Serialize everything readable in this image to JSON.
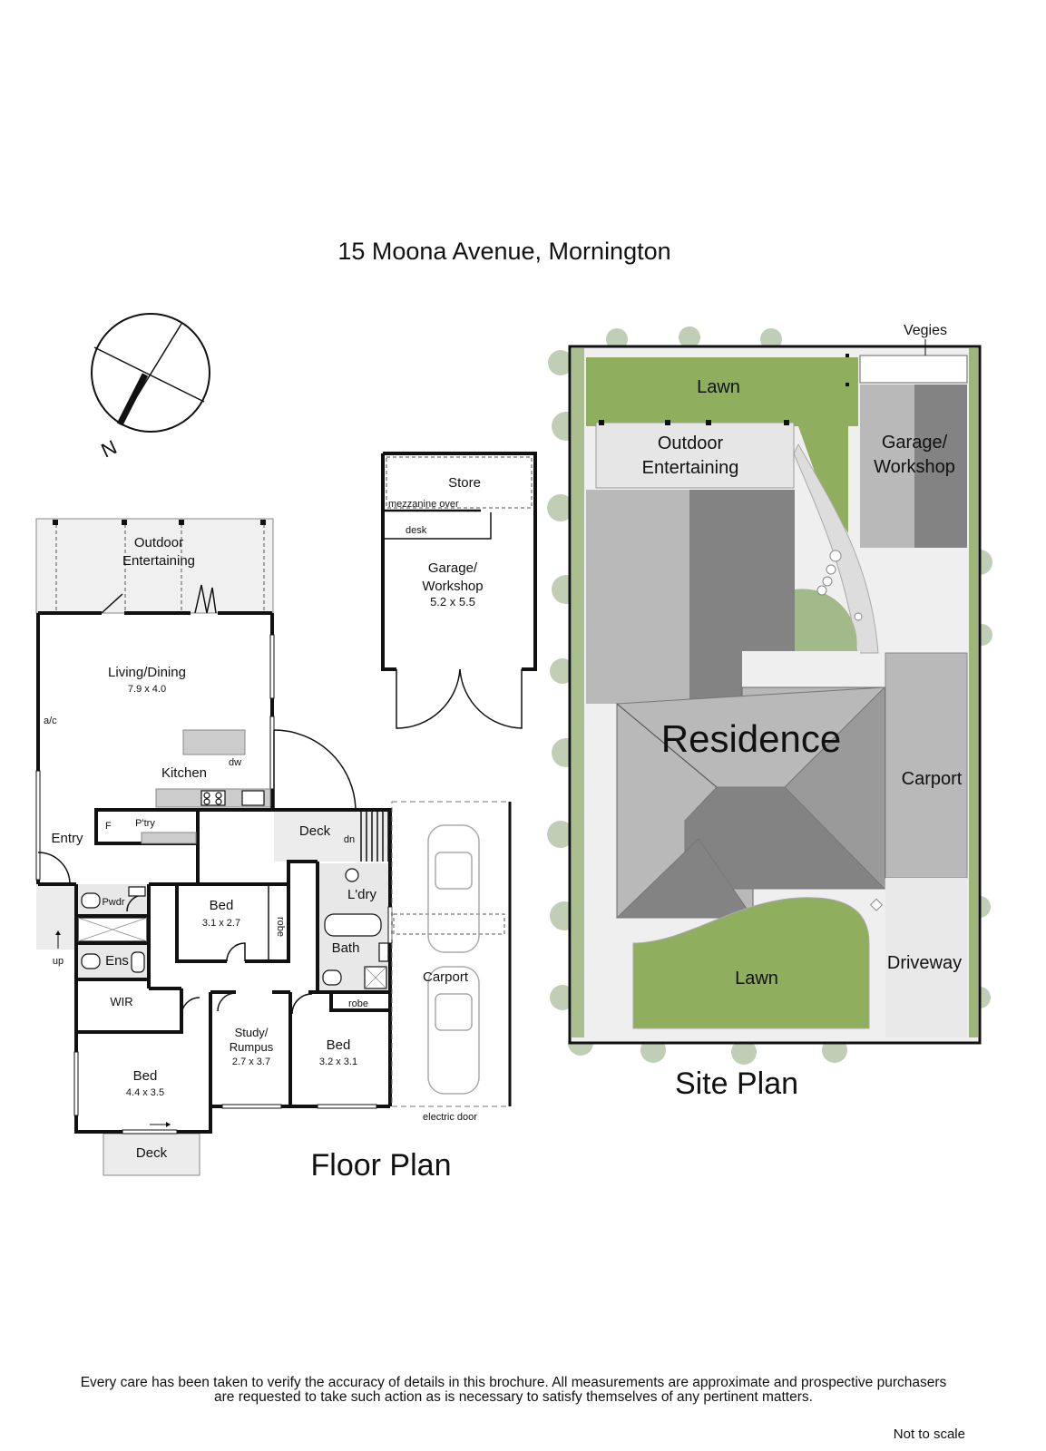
{
  "title": "15 Moona Avenue, Mornington",
  "compass": {
    "label": "N"
  },
  "floor_plan": {
    "heading": "Floor Plan",
    "outdoor_entertaining": [
      "Outdoor",
      "Entertaining"
    ],
    "living": {
      "name": "Living/Dining",
      "size": "7.9 x 4.0"
    },
    "ac": "a/c",
    "dw": "dw",
    "kitchen": "Kitchen",
    "fridge": "F",
    "pantry": "P'try",
    "entry": "Entry",
    "up": "up",
    "deck_side": "Deck",
    "dn": "dn",
    "pwdr": "Pwdr",
    "ens": "Ens",
    "wir": "WIR",
    "bed_main": {
      "name": "Bed",
      "size": "4.4 x 3.5"
    },
    "deck_rear": "Deck",
    "bed2": {
      "name": "Bed",
      "size": "3.1 x 2.7"
    },
    "robe": "robe",
    "study": {
      "name": [
        "Study/",
        "Rumpus"
      ],
      "size": "2.7 x 3.7"
    },
    "bed3": {
      "name": "Bed",
      "size": "3.2 x 3.1"
    },
    "robe2": "robe",
    "laundry": "L'dry",
    "bath": "Bath",
    "carport": "Carport",
    "electric_door": "electric door",
    "garage": {
      "store": "Store",
      "mezzanine": "mezzanine over",
      "desk": "desk",
      "name": [
        "Garage/",
        "Workshop"
      ],
      "size": "5.2 x 5.5"
    }
  },
  "site_plan": {
    "heading": "Site Plan",
    "vegies": "Vegies",
    "lawn_top": "Lawn",
    "outdoor_entertaining": [
      "Outdoor",
      "Entertaining"
    ],
    "garage": [
      "Garage/",
      "Workshop"
    ],
    "residence": "Residence",
    "carport": "Carport",
    "lawn_front": "Lawn",
    "driveway": "Driveway"
  },
  "disclaimer": [
    "Every care has been taken to verify the accuracy of details in this brochure.  All measurements are approximate and prospective purchasers",
    "are requested to take such action as is necessary to satisfy themselves of any pertinent matters."
  ],
  "scale_note": "Not to scale"
}
